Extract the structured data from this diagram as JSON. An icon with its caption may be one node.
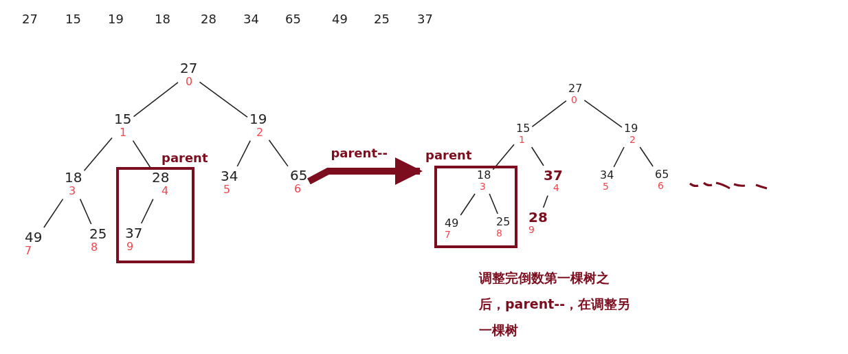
{
  "diagram": {
    "nodes": [
      {
        "text": [
          "27"
        ],
        "beside": [
          "0"
        ]
      },
      {
        "text": [
          "15"
        ],
        "beside": [
          "1"
        ]
      },
      {
        "text": [
          "19"
        ],
        "beside": [
          "2"
        ]
      },
      {
        "text": [
          "18"
        ],
        "beside": [
          "3"
        ]
      },
      {
        "text": [
          "parent"
        ]
      },
      {
        "text": [
          "28"
        ],
        "beside": [
          "4"
        ],
        "in": 4
      },
      {
        "text": [
          "34"
        ],
        "beside": [
          "5"
        ]
      },
      {
        "text": [
          "65"
        ],
        "beside": [
          "6"
        ]
      },
      {
        "text": [
          "49"
        ],
        "beside": [
          "7"
        ]
      },
      {
        "text": [
          "25"
        ],
        "beside": [
          "8"
        ]
      },
      {
        "text": [
          "37"
        ],
        "beside": [
          "9"
        ],
        "in": 4
      },
      {
        "text": [
          "27"
        ],
        "beside": [
          "0"
        ]
      },
      {
        "text": [
          "15"
        ],
        "beside": [
          "1"
        ]
      },
      {
        "text": [
          "19"
        ],
        "beside": [
          "2"
        ]
      },
      {
        "text": [
          "parent"
        ]
      },
      {
        "text": [
          "18"
        ],
        "beside": [
          "3"
        ],
        "in": 14
      },
      {
        "text": [
          "37"
        ],
        "beside": [
          "4"
        ]
      },
      {
        "text": [
          "34"
        ],
        "beside": [
          "5"
        ]
      },
      {
        "text": [
          "65"
        ],
        "beside": [
          "6"
        ]
      },
      {
        "text": [
          "49"
        ],
        "beside": [
          "7"
        ],
        "in": 14
      },
      {
        "text": [
          "25"
        ],
        "beside": [
          "8"
        ],
        "in": 14
      },
      {
        "text": [
          "28"
        ],
        "beside": [
          "9"
        ]
      }
    ],
    "edges": [
      {
        "from": 0,
        "to": 1,
        "arrow": "none"
      },
      {
        "from": 0,
        "to": 2,
        "arrow": "none"
      },
      {
        "from": 1,
        "to": 3,
        "arrow": "none"
      },
      {
        "from": 1,
        "to": 5,
        "arrow": "none"
      },
      {
        "from": 2,
        "to": 6,
        "arrow": "none"
      },
      {
        "from": 2,
        "to": 7,
        "arrow": "none"
      },
      {
        "from": 3,
        "to": 8,
        "arrow": "none"
      },
      {
        "from": 3,
        "to": 9,
        "arrow": "none"
      },
      {
        "from": 5,
        "to": 10,
        "arrow": "none"
      },
      {
        "from": 7,
        "to": 14,
        "arrow": "to",
        "label": "parent--",
        "style": "thick",
        "color": "#7b0d1e"
      },
      {
        "from": 11,
        "to": 12,
        "arrow": "none"
      },
      {
        "from": 11,
        "to": 13,
        "arrow": "none"
      },
      {
        "from": 12,
        "to": 15,
        "arrow": "none"
      },
      {
        "from": 12,
        "to": 16,
        "arrow": "none"
      },
      {
        "from": 13,
        "to": 17,
        "arrow": "none"
      },
      {
        "from": 13,
        "to": 18,
        "arrow": "none"
      },
      {
        "from": 15,
        "to": 19,
        "arrow": "none"
      },
      {
        "from": 15,
        "to": 20,
        "arrow": "none"
      },
      {
        "from": 16,
        "to": 21,
        "arrow": "none"
      }
    ],
    "labels": [
      "27",
      "15",
      "19",
      "18",
      "28",
      "34",
      "65",
      "49",
      "25",
      "37",
      "调整完倒数第一棵树之后，parent--，在调整另一棵树"
    ]
  }
}
